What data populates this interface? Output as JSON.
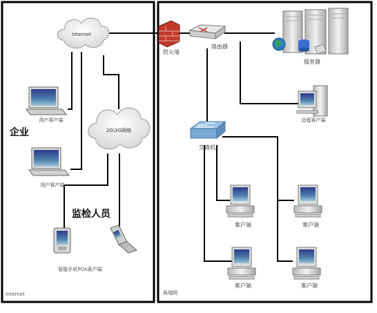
{
  "zones": {
    "internet": "Internet",
    "lan": "局域网"
  },
  "clouds": {
    "internet": "Internet",
    "mobile": "2G\\3G网络"
  },
  "labels": {
    "firewall": "防火墙",
    "router": "路由器",
    "servers": "服务器",
    "switch": "交换机",
    "remote_client": "远程客户端",
    "laptop_top": "用户客户端",
    "laptop_bottom": "用户客户端",
    "enterprise": "企业",
    "inspector": "监检人员",
    "mobile_caption": "智能手机PDA客户端",
    "client_1": "客户端",
    "client_2": "客户端",
    "client_3": "客户端",
    "client_4": "客户端"
  }
}
